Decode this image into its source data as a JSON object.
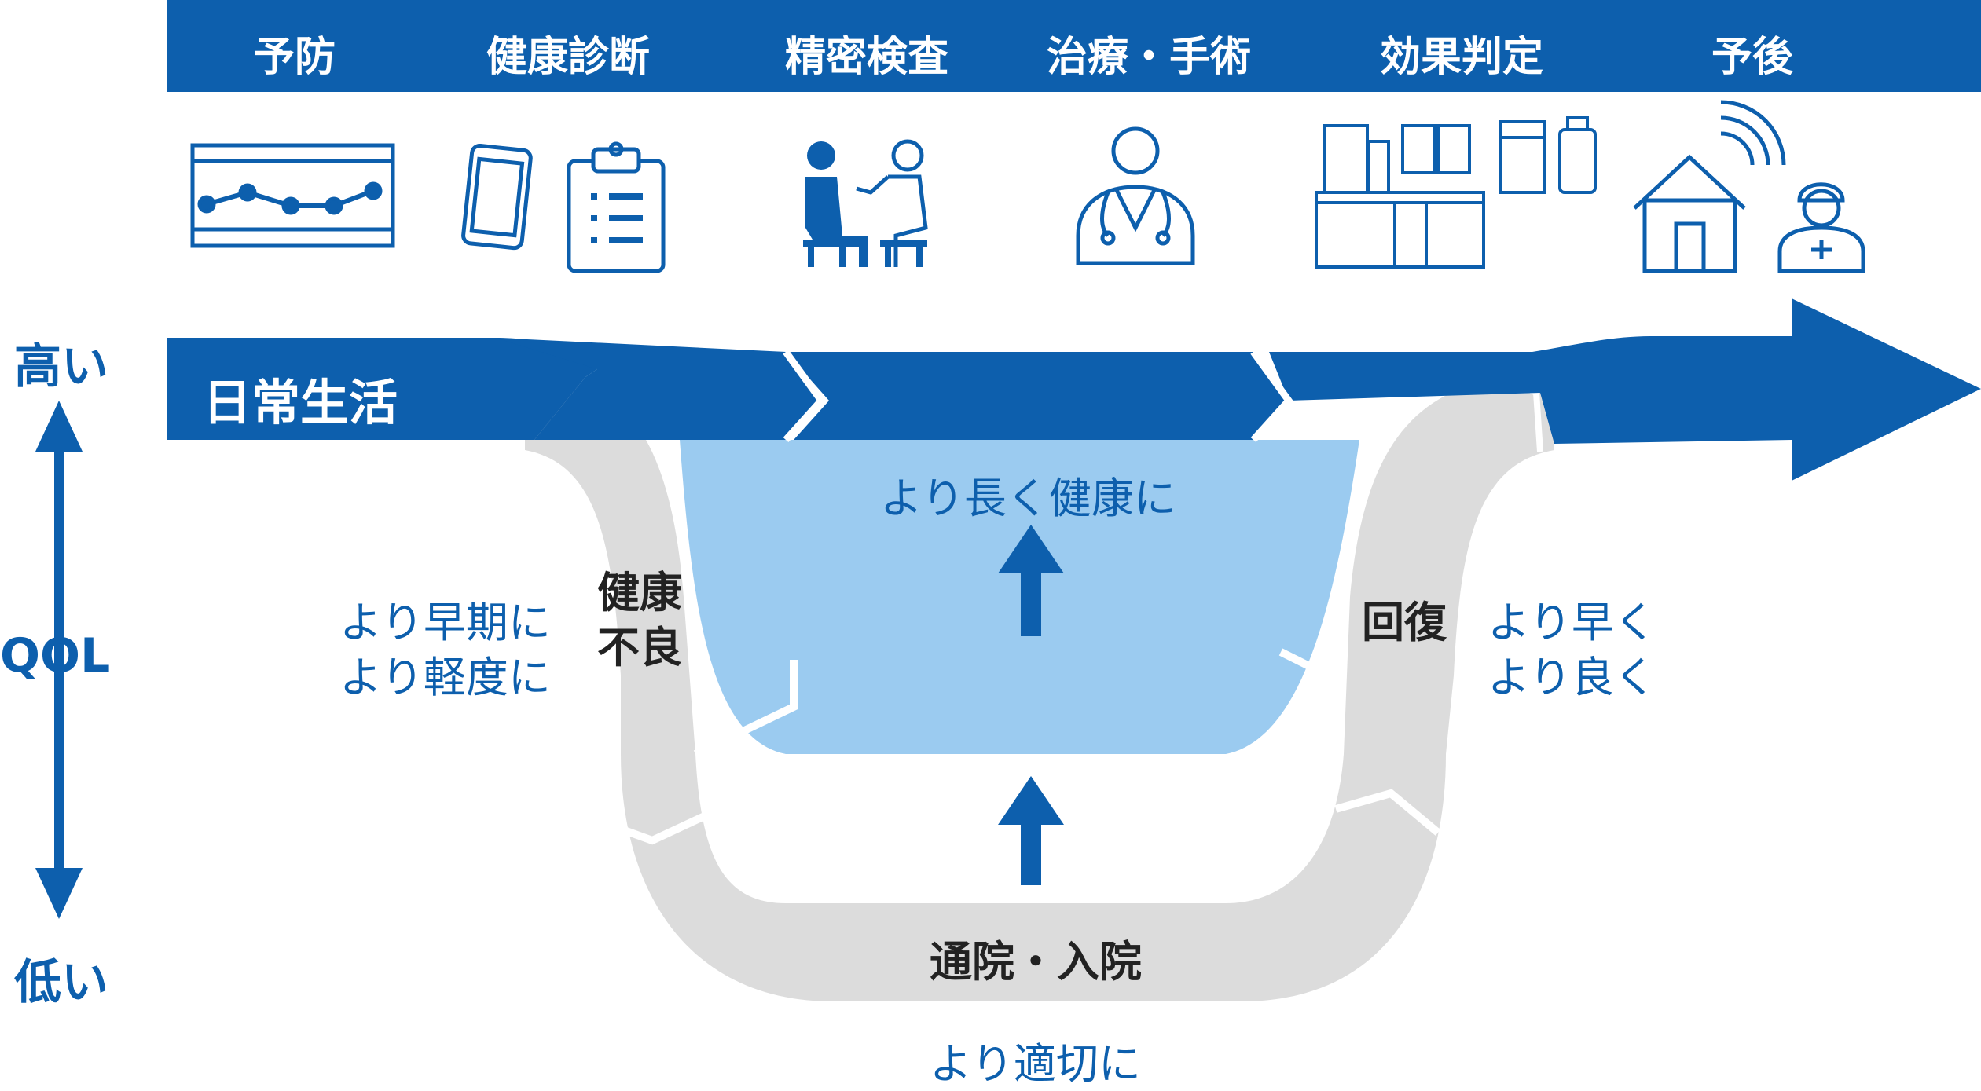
{
  "stages": [
    "予防",
    "健康診断",
    "精密検査",
    "治療・手術",
    "効果判定",
    "予後"
  ],
  "icons": [
    "chart-monitor-icon",
    "smartphone-icon",
    "checklist-icon",
    "consultation-icon",
    "doctor-icon",
    "lab-equipment-icon",
    "home-wifi-icon",
    "nurse-icon"
  ],
  "axis": {
    "label": "QOL",
    "high": "高い",
    "low": "低い"
  },
  "daily_life": "日常生活",
  "phases": {
    "illness_1": "健康",
    "illness_2": "不良",
    "recovery": "回復",
    "hospital": "通院・入院"
  },
  "goals": {
    "longer_1": "より長く健康に",
    "early_1": "より早期に",
    "early_2": "より軽度に",
    "fast_1": "より早く",
    "fast_2": "より良く",
    "appropriate": "より適切に"
  },
  "colors": {
    "primary": "#0d5fad",
    "light_blue": "#9bcbf0",
    "gray": "#dcdcdc"
  }
}
